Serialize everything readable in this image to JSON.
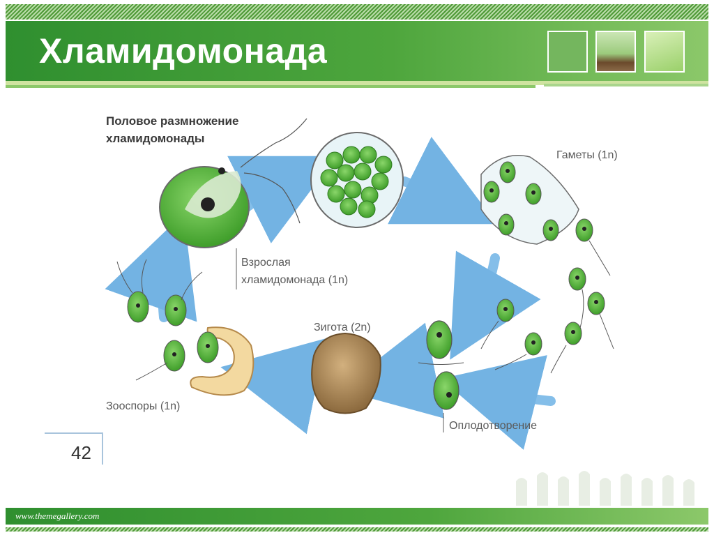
{
  "slide": {
    "title": "Хламидомонада",
    "footer_url": "www.themegallery.com",
    "page_number": "42"
  },
  "diagram": {
    "heading_line1": "Половое размножение",
    "heading_line2": "хламидомонады",
    "label_gametes": "Гаметы (1n)",
    "label_adult_line1": "Взрослая",
    "label_adult_line2": "хламидомонада (1n)",
    "label_zygote": "Зигота (2n)",
    "label_zoospores": "Зооспоры (1n)",
    "label_fertilization": "Оплодотворение"
  },
  "colors": {
    "cell_green": "#52b83a",
    "arrow_blue": "#5ba6df",
    "zygote_brown": "#b08a58",
    "title_band": "#3e9a35"
  }
}
